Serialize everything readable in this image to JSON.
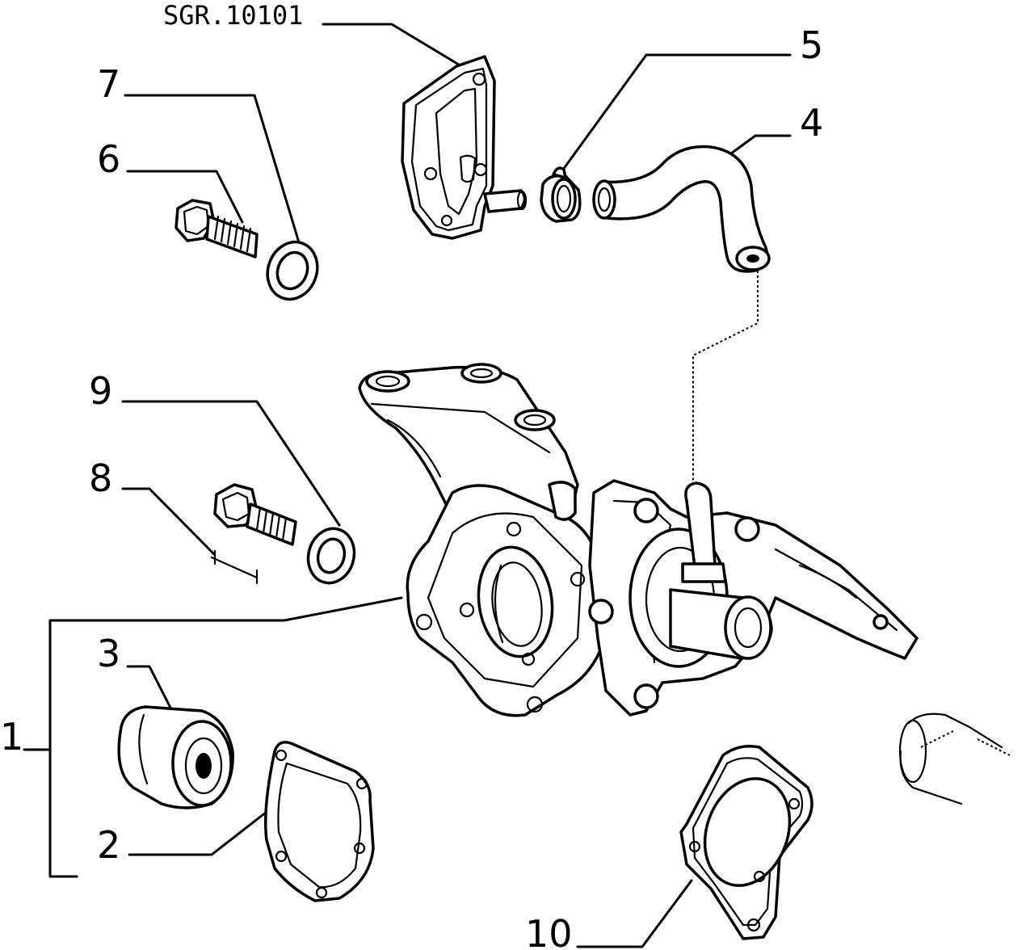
{
  "reference_code": "SGR.10101",
  "callouts": {
    "c1": "1",
    "c2": "2",
    "c3": "3",
    "c4": "4",
    "c5": "5",
    "c6": "6",
    "c7": "7",
    "c8": "8",
    "c9": "9",
    "c10": "10"
  }
}
